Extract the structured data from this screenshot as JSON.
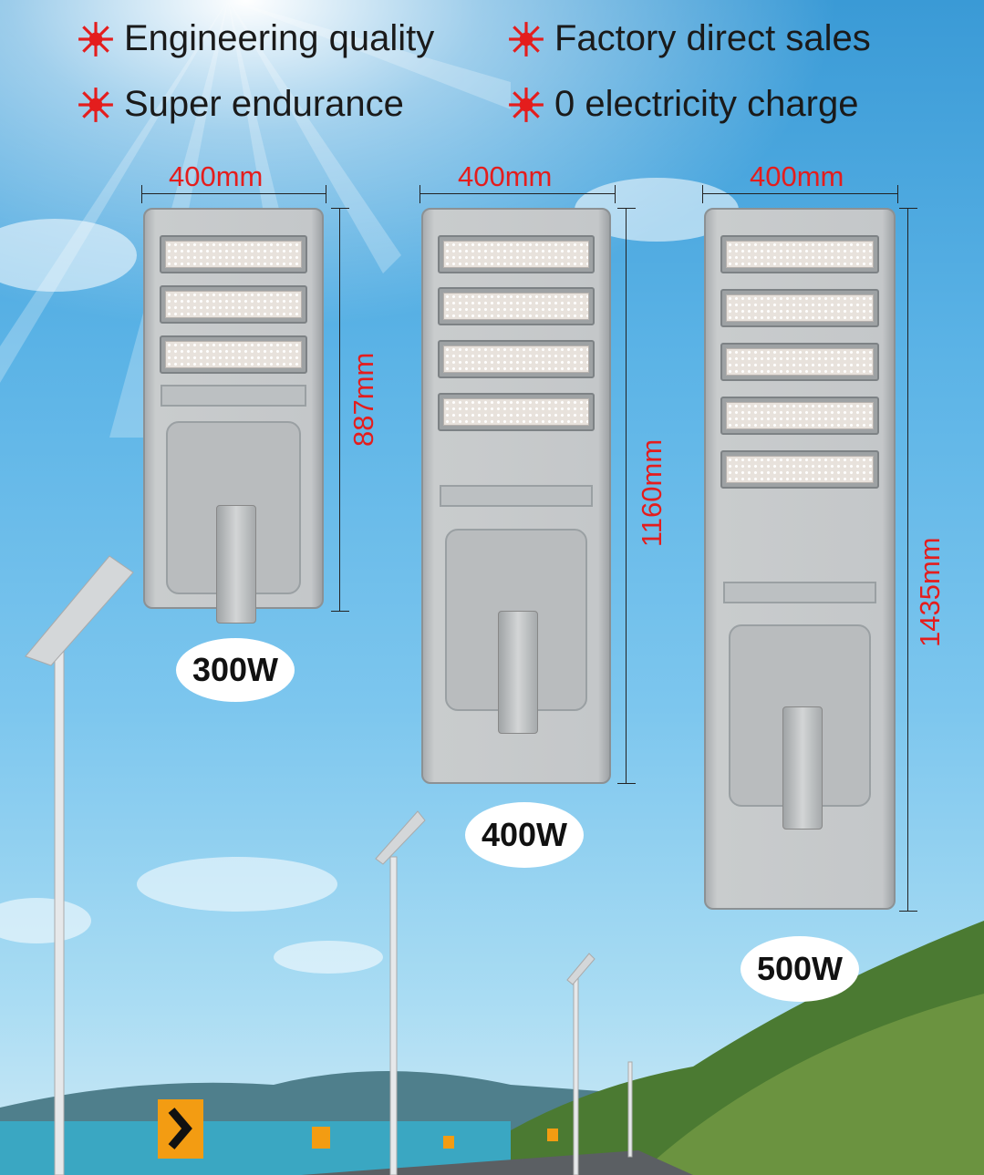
{
  "features": [
    {
      "icon": "red-star-icon",
      "text": "Engineering quality"
    },
    {
      "icon": "red-star-icon",
      "text": "Factory direct sales"
    },
    {
      "icon": "red-star-icon",
      "text": "Super endurance"
    },
    {
      "icon": "red-star-icon",
      "text": "0 electricity charge"
    }
  ],
  "products": [
    {
      "width": "400mm",
      "height": "887mm",
      "power": "300W",
      "led_modules": 3
    },
    {
      "width": "400mm",
      "height": "1160mm",
      "power": "400W",
      "led_modules": 4
    },
    {
      "width": "400mm",
      "height": "1435mm",
      "power": "500W",
      "led_modules": 5
    }
  ],
  "colors": {
    "accent": "#e41d1d",
    "sky": "#5bb3e6",
    "lamp": "#c4c7c9"
  }
}
